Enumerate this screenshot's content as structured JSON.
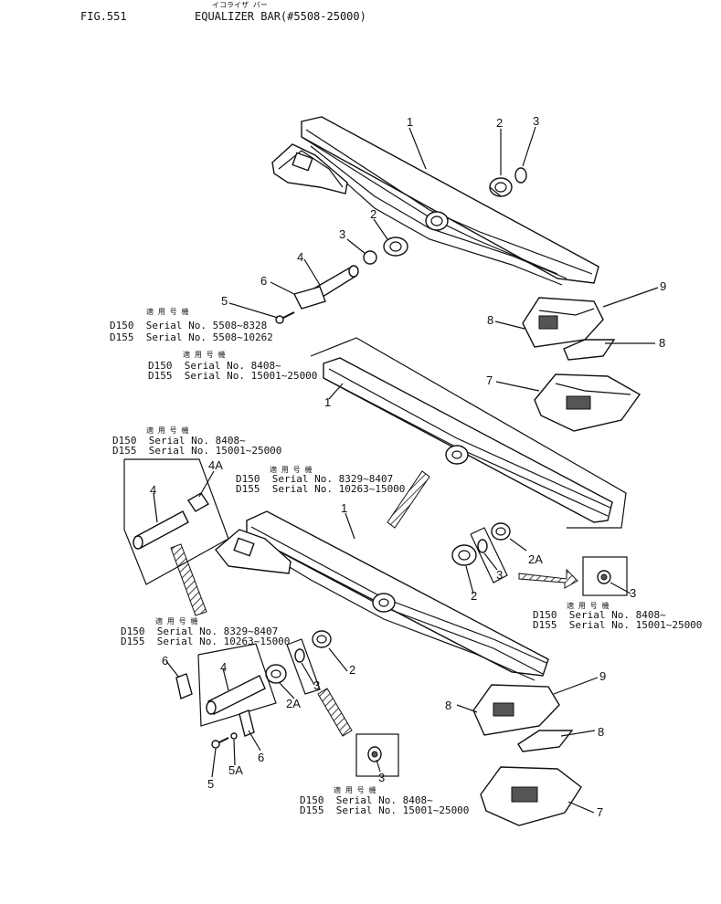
{
  "header": {
    "fig_label": "FIG.551",
    "title_jp": "イコライザ バー",
    "title": "EQUALIZER BAR(#5508-25000)"
  },
  "applicability_label": "適 用 号 機",
  "blocks": [
    {
      "l1": "D150  Serial No. 5508~8328",
      "l2": "D155  Serial No. 5508~10262"
    },
    {
      "l1": "D150  Serial No. 8408~",
      "l2": "D155  Serial No. 15001~25000"
    },
    {
      "l1": "D150  Serial No. 8408~",
      "l2": "D155  Serial No. 15001~25000"
    },
    {
      "l1": "D150  Serial No. 8329~8407",
      "l2": "D155  Serial No. 10263~15000"
    },
    {
      "l1": "D150  Serial No. 8408~",
      "l2": "D155  Serial No. 15001~25000"
    },
    {
      "l1": "D150  Serial No. 8329~8407",
      "l2": "D155  Serial No. 10263~15000"
    },
    {
      "l1": "D150  Serial No. 8408~",
      "l2": "D155  Serial No. 15001~25000"
    }
  ],
  "callouts": {
    "c1a": "1",
    "c2a": "2",
    "c3a": "3",
    "c2b": "2",
    "c3b": "3",
    "c4a": "4",
    "c6a": "6",
    "c5a": "5",
    "c9a": "9",
    "c8a": "8",
    "c8b": "8",
    "c7a": "7",
    "c1b": "1",
    "c4A": "4A",
    "c4b": "4",
    "c1c": "1",
    "c2A_a": "2A",
    "c3c": "3",
    "c2c": "2",
    "c3d": "3",
    "c2d": "2",
    "c3e": "3",
    "c2A_b": "2A",
    "c6b": "6",
    "c4c": "4",
    "c6c": "6",
    "c5b": "5",
    "c5A": "5A",
    "c3f": "3",
    "c9b": "9",
    "c8c": "8",
    "c8d": "8",
    "c7b": "7"
  }
}
